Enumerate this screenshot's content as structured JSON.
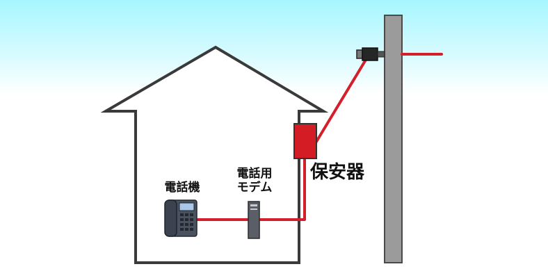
{
  "labels": {
    "phone": "電話機",
    "modem_line1": "電話用",
    "modem_line2": "モデム",
    "protector": "保安器"
  },
  "colors": {
    "sky_top": "#a6f6ff",
    "wire": "#d21f2a",
    "house_outline": "#3a3a3a",
    "pole": "#9b9b9b",
    "protector_box": "#d41c24",
    "phone_body": "#4a5260",
    "modem_body": "#5a5e66"
  }
}
